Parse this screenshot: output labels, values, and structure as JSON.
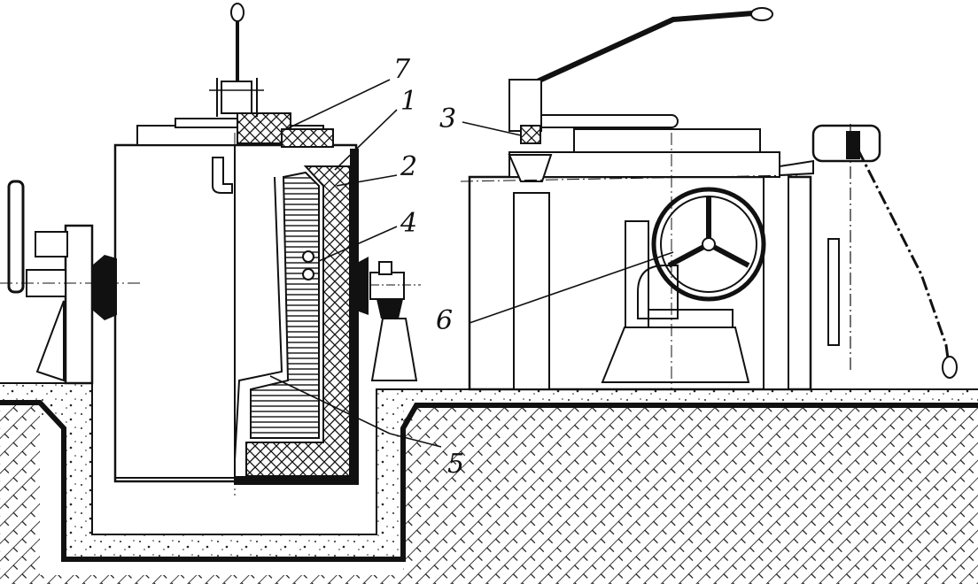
{
  "diagram": {
    "labels": {
      "l1": "1",
      "l2": "2",
      "l3": "3",
      "l4": "4",
      "l5": "5",
      "l6": "6",
      "l7": "7"
    }
  }
}
